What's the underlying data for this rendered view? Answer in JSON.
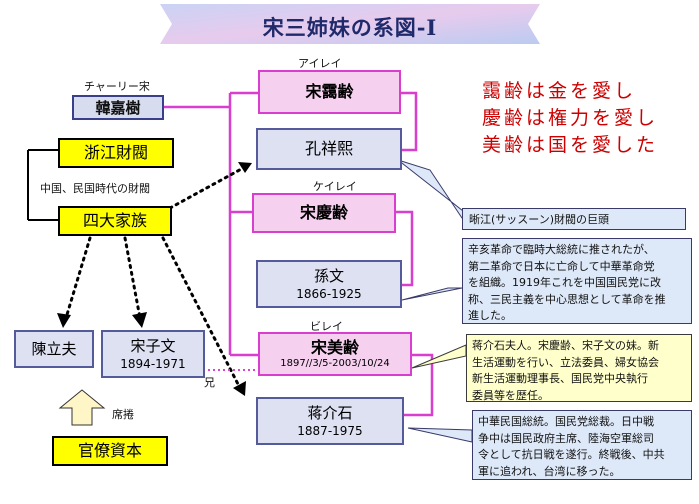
{
  "title": "宋三姉妹の系図-Ⅰ",
  "colors": {
    "accent_pink": "#d83fcf",
    "box_blue": "#dde1f2",
    "yellow": "#ffff00",
    "red_text": "#cc0000",
    "banner": "#b9c4ee"
  },
  "people": {
    "charlie_label": "チャーリー宋",
    "charlie_name": "韓嘉樹",
    "ailing_reading": "アイレイ",
    "ailing_name": "宋靄齢",
    "kong_name": "孔祥熙",
    "qingling_reading": "ケイレイ",
    "qingling_name": "宋慶齢",
    "sunwen_name": "孫文",
    "sunwen_years": "1866-1925",
    "meiling_reading": "ビレイ",
    "meiling_name": "宋美齢",
    "meiling_years": "1897//3/5-2003/10/24",
    "chiang_name": "蒋介石",
    "chiang_years": "1887-1975",
    "chen_name": "陳立夫",
    "soong_tv_name": "宋子文",
    "soong_tv_years": "1894-1971"
  },
  "groups": {
    "zhejiang": "浙江財閥",
    "era_note": "中国、民国時代の財閥",
    "four_families": "四大家族",
    "bureaucratic_capital": "官僚資本",
    "seat_label": "席捲",
    "brother_label": "兄"
  },
  "notes": {
    "kong": "晰江(サッスーン)財閥の巨頭",
    "sunwen_lines": [
      "辛亥革命で臨時大総統に推されたが、",
      "第二革命で日本に亡命して中華革命党",
      "を組織。1919年これを中国国民党に改",
      "称、三民主義を中心思想として革命を推",
      "進した。"
    ],
    "meiling_lines": [
      "蒋介石夫人。宋慶齢、宋子文の妹。新",
      "生活運動を行い、立法委員、婦女協会",
      "新生活運動理事長、国民党中央執行",
      "委員等を歴任。"
    ],
    "chiang_lines": [
      "中華民国総統。国民党総裁。日中戦",
      "争中は国民政府主席、陸海空軍総司",
      "令として抗日戦を遂行。終戦後、中共",
      "軍に追われ、台湾に移った。"
    ]
  },
  "quotes": [
    "靄齢は金を愛し",
    "慶齢は権力を愛し",
    "美齢は国を愛した"
  ]
}
